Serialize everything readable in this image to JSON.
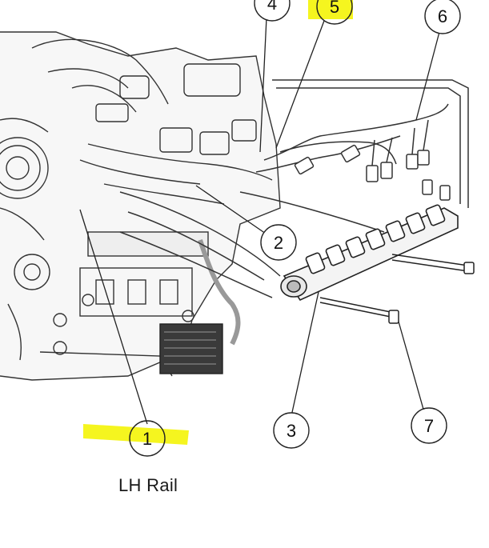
{
  "figure": {
    "caption": "LH Rail",
    "highlight_color": "#f5f51f",
    "line_color": "#222222"
  },
  "callouts": [
    {
      "id": "c1",
      "label": "1",
      "highlighted": true
    },
    {
      "id": "c2",
      "label": "2",
      "highlighted": false
    },
    {
      "id": "c3",
      "label": "3",
      "highlighted": false
    },
    {
      "id": "c4",
      "label": "4",
      "highlighted": false
    },
    {
      "id": "c5",
      "label": "5",
      "highlighted": true
    },
    {
      "id": "c6",
      "label": "6",
      "highlighted": false
    },
    {
      "id": "c7",
      "label": "7",
      "highlighted": false
    }
  ]
}
